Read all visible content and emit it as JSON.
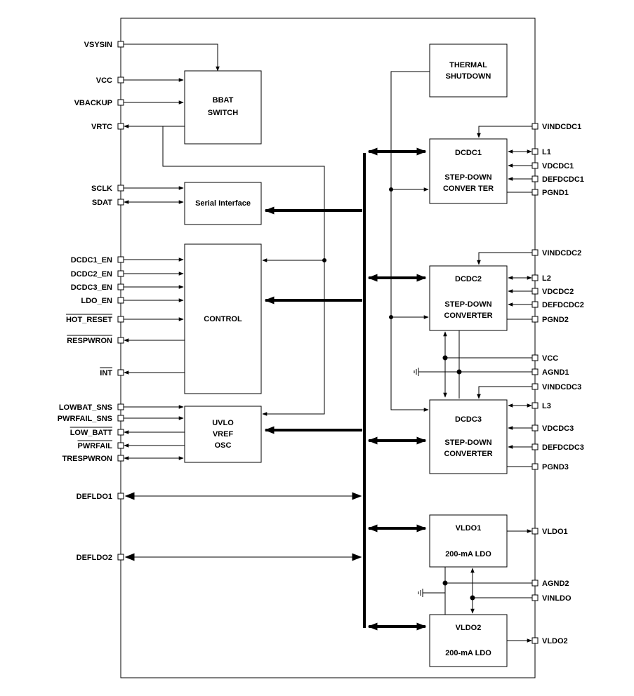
{
  "left_pins": [
    {
      "name": "vsysin",
      "label": "VSYSIN",
      "overbar": false
    },
    {
      "name": "vcc-left",
      "label": "VCC",
      "overbar": false
    },
    {
      "name": "vbackup",
      "label": "VBACKUP",
      "overbar": false
    },
    {
      "name": "vrtc",
      "label": "VRTC",
      "overbar": false
    },
    {
      "name": "sclk",
      "label": "SCLK",
      "overbar": false
    },
    {
      "name": "sdat",
      "label": "SDAT",
      "overbar": false
    },
    {
      "name": "dcdc1-en",
      "label": "DCDC1_EN",
      "overbar": false
    },
    {
      "name": "dcdc2-en",
      "label": "DCDC2_EN",
      "overbar": false
    },
    {
      "name": "dcdc3-en",
      "label": "DCDC3_EN",
      "overbar": false
    },
    {
      "name": "ldo-en",
      "label": "LDO_EN",
      "overbar": false
    },
    {
      "name": "hot-reset",
      "label": "HOT_RESET",
      "overbar": true
    },
    {
      "name": "respwron",
      "label": "RESPWRON",
      "overbar": true
    },
    {
      "name": "int",
      "label": "INT",
      "overbar": true
    },
    {
      "name": "lowbat-sns",
      "label": "LOWBAT_SNS",
      "overbar": false
    },
    {
      "name": "pwrfail-sns",
      "label": "PWRFAIL_SNS",
      "overbar": false
    },
    {
      "name": "low-batt",
      "label": "LOW_BATT",
      "overbar": true
    },
    {
      "name": "pwrfail",
      "label": "PWRFAIL",
      "overbar": true
    },
    {
      "name": "trespwron",
      "label": "TRESPWRON",
      "overbar": false
    },
    {
      "name": "defldo1",
      "label": "DEFLDO1",
      "overbar": false
    },
    {
      "name": "defldo2",
      "label": "DEFLDO2",
      "overbar": false
    }
  ],
  "right_pins": [
    {
      "name": "vindcdc1",
      "label": "VINDCDC1"
    },
    {
      "name": "l1",
      "label": "L1"
    },
    {
      "name": "vdcdc1",
      "label": "VDCDC1"
    },
    {
      "name": "defdcdc1",
      "label": "DEFDCDC1"
    },
    {
      "name": "pgnd1",
      "label": "PGND1"
    },
    {
      "name": "vindcdc2",
      "label": "VINDCDC2"
    },
    {
      "name": "l2",
      "label": "L2"
    },
    {
      "name": "vdcdc2",
      "label": "VDCDC2"
    },
    {
      "name": "defdcdc2",
      "label": "DEFDCDC2"
    },
    {
      "name": "pgnd2",
      "label": "PGND2"
    },
    {
      "name": "vcc-right",
      "label": "VCC"
    },
    {
      "name": "agnd1",
      "label": "AGND1"
    },
    {
      "name": "vindcdc3",
      "label": "VINDCDC3"
    },
    {
      "name": "l3",
      "label": "L3"
    },
    {
      "name": "vdcdc3",
      "label": "VDCDC3"
    },
    {
      "name": "defdcdc3",
      "label": "DEFDCDC3"
    },
    {
      "name": "pgnd3",
      "label": "PGND3"
    },
    {
      "name": "vldo1-out",
      "label": "VLDO1"
    },
    {
      "name": "agnd2",
      "label": "AGND2"
    },
    {
      "name": "vinldo",
      "label": "VINLDO"
    },
    {
      "name": "vldo2-out",
      "label": "VLDO2"
    }
  ],
  "blocks": [
    {
      "name": "bbat-switch",
      "lines": [
        "BBAT",
        "SWITCH"
      ]
    },
    {
      "name": "serial-interface",
      "lines": [
        "Serial Interface"
      ]
    },
    {
      "name": "control",
      "lines": [
        "CONTROL"
      ]
    },
    {
      "name": "uvlo-vref-osc",
      "lines": [
        "UVLO",
        "VREF",
        "OSC"
      ]
    },
    {
      "name": "thermal-shutdown",
      "lines": [
        "THERMAL",
        "SHUTDOWN"
      ]
    },
    {
      "name": "dcdc1",
      "lines": [
        "DCDC1",
        "",
        "STEP-DOWN",
        "CONVER TER"
      ]
    },
    {
      "name": "dcdc2",
      "lines": [
        "DCDC2",
        "",
        "STEP-DOWN",
        "CONVERTER"
      ]
    },
    {
      "name": "dcdc3",
      "lines": [
        "DCDC3",
        "",
        "STEP-DOWN",
        "CONVERTER"
      ]
    },
    {
      "name": "vldo1",
      "lines": [
        "VLDO1",
        "",
        "200-mA LDO"
      ]
    },
    {
      "name": "vldo2",
      "lines": [
        "VLDO2",
        "",
        "200-mA LDO"
      ]
    }
  ]
}
